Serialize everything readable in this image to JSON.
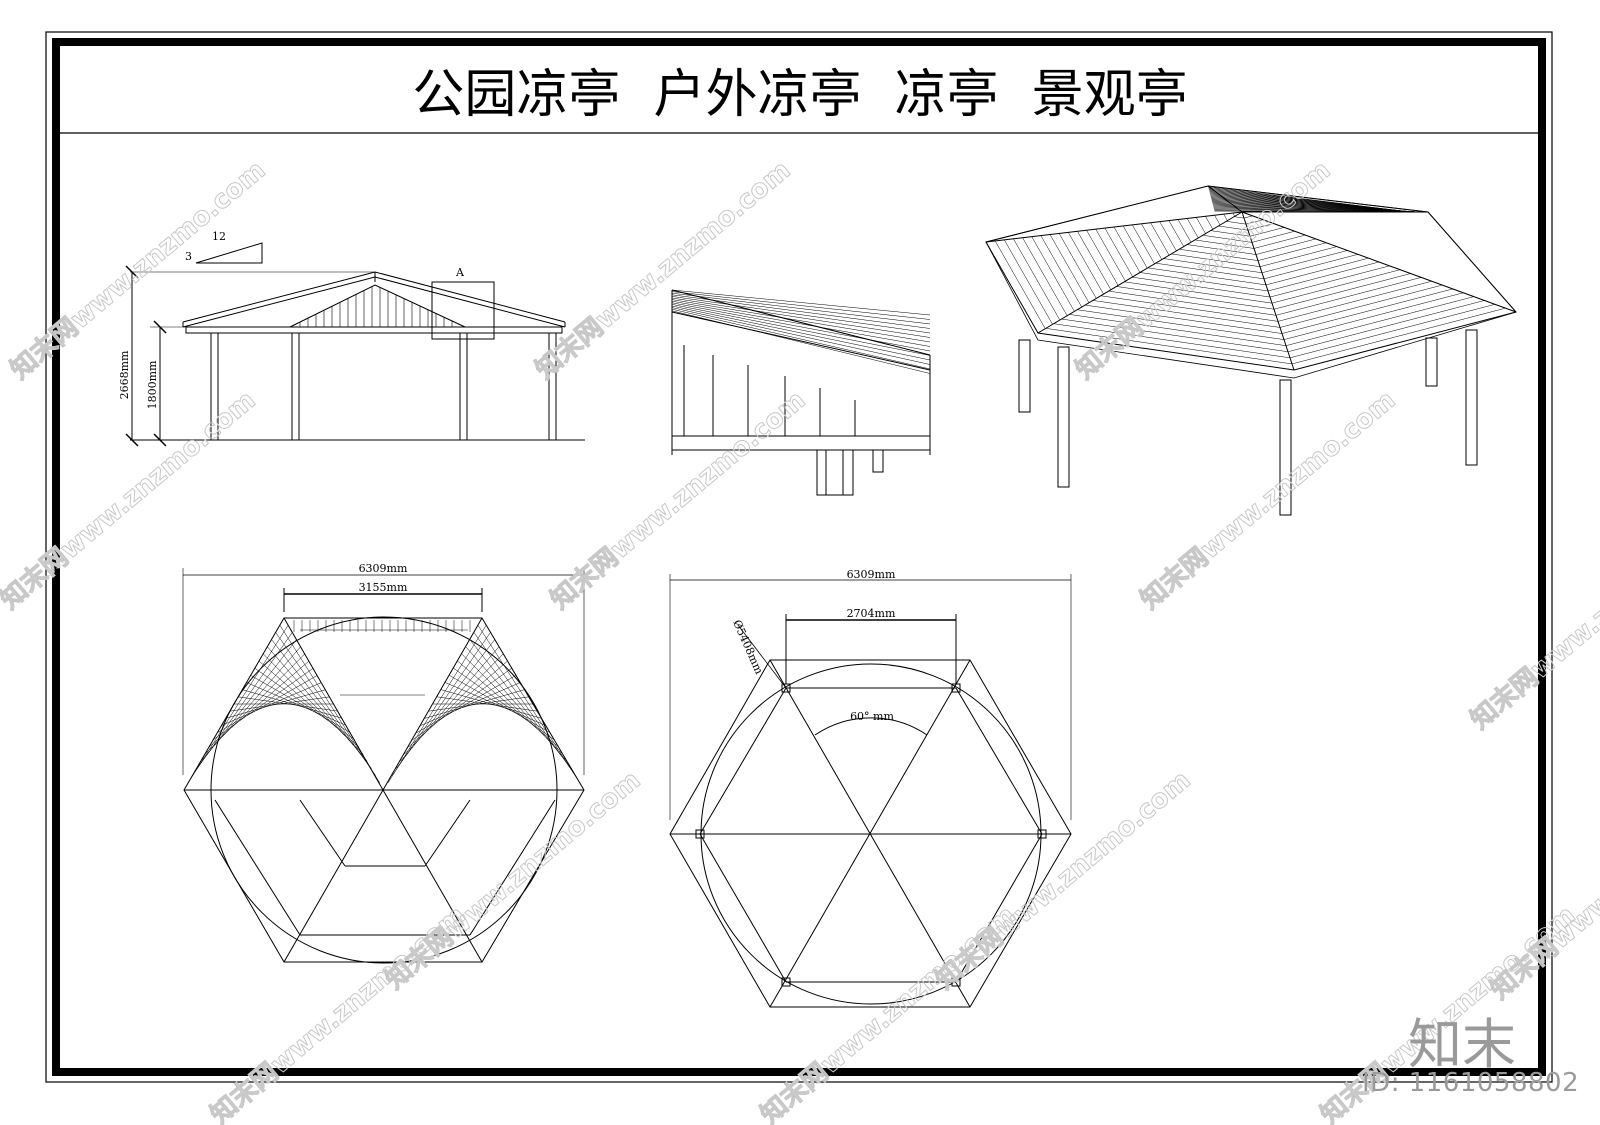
{
  "title": "公园凉亭  户外凉亭  凉亭  景观亭",
  "elevation": {
    "slope_run": "12",
    "slope_rise": "3",
    "detail_tag": "A",
    "height_total": "2668mm",
    "height_column": "1800mm"
  },
  "roof_plan": {
    "width_total": "6309mm",
    "width_edge": "3155mm"
  },
  "column_plan": {
    "width_total": "6309mm",
    "span": "2704mm",
    "diameter": "Ø5408mm",
    "angle": "60°  mm"
  },
  "watermark": {
    "text": "知末网www.znzmo.com",
    "brand": "知末",
    "id": "ID: 1161058802"
  }
}
